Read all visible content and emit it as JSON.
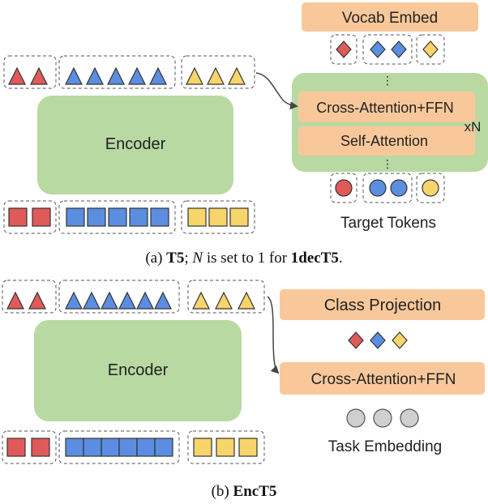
{
  "panel_a": {
    "encoder_label": "Encoder",
    "vocab_embed_label": "Vocab Embed",
    "cross_attention_label": "Cross-Attention+FFN",
    "self_attention_label": "Self-Attention",
    "repeat_label": "xN",
    "target_tokens_label": "Target Tokens",
    "caption": {
      "prefix": "(a) ",
      "model": "T5",
      "sep": "; ",
      "var": "N",
      "middle": " is set to 1 for ",
      "model2": "1decT5",
      "end": "."
    }
  },
  "panel_b": {
    "encoder_label": "Encoder",
    "class_projection_label": "Class Projection",
    "cross_attention_label": "Cross-Attention+FFN",
    "task_embedding_label": "Task Embedding",
    "caption": {
      "prefix": "(b) ",
      "model": "EncT5"
    }
  },
  "colors": {
    "red": "#e05a5a",
    "blue": "#5b8ee0",
    "yellow": "#f7d56a",
    "encoder_green": "#b9d9a3",
    "orange_box": "#f9c89a",
    "gray_token": "#cfcfcf",
    "stroke": "#333333",
    "dash": "#555555"
  }
}
